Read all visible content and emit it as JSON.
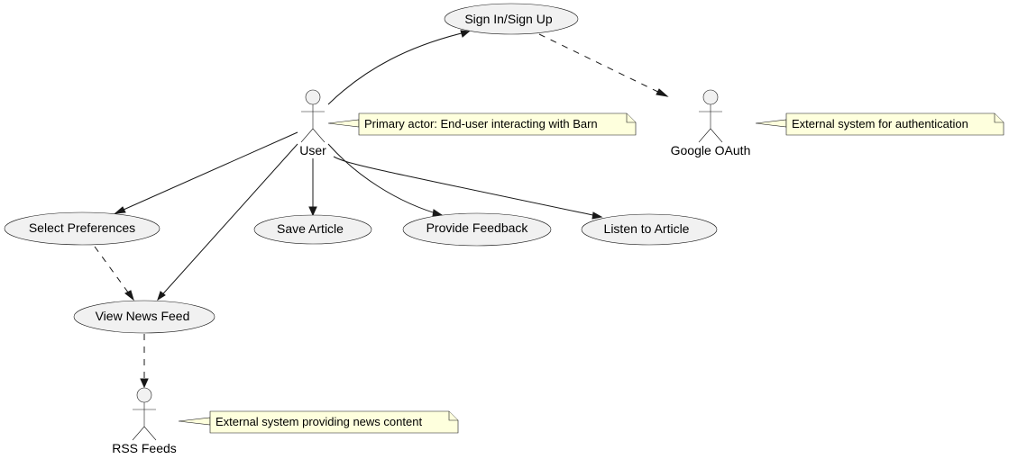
{
  "diagram": {
    "use_cases": {
      "signin": "Sign In/Sign Up",
      "select_preferences": "Select Preferences",
      "save_article": "Save Article",
      "provide_feedback": "Provide Feedback",
      "listen_article": "Listen to Article",
      "view_news_feed": "View News Feed"
    },
    "actors": {
      "user": "User",
      "google_oauth": "Google OAuth",
      "rss_feeds": "RSS Feeds"
    },
    "notes": {
      "user_note": "Primary actor: End-user interacting with Barn",
      "oauth_note": "External system for authentication",
      "rss_note": "External system providing news content"
    },
    "colors": {
      "use_case_fill": "#f1f1f1",
      "note_fill": "#feffdd",
      "line": "#181818"
    }
  }
}
